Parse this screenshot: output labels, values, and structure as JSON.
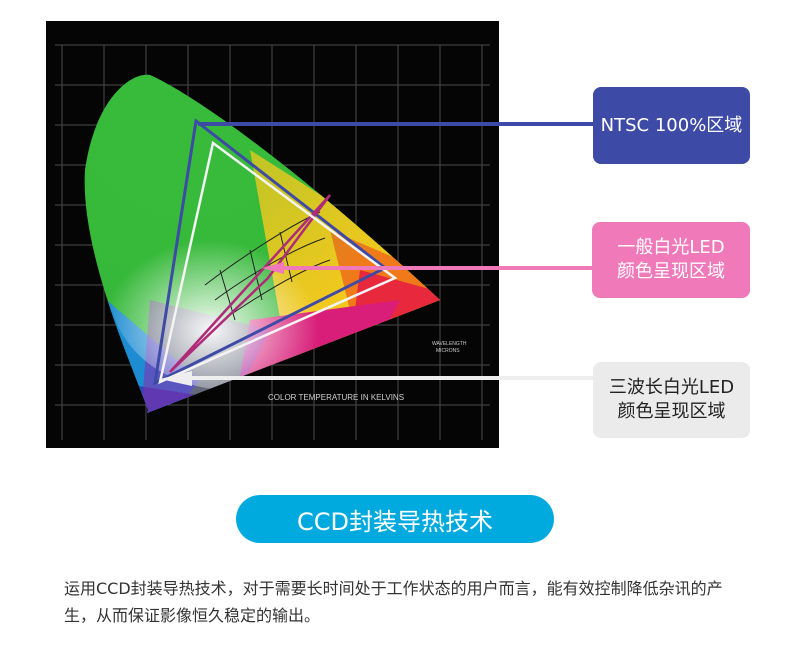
{
  "chart": {
    "axis_label": "COLOR TEMPERATURE IN KELVINS",
    "wavelength_label_1": "WAVELENGTH",
    "wavelength_label_2": "MICRONS"
  },
  "callouts": {
    "ntsc": "NTSC 100%区域",
    "led_line1": "一般白光LED",
    "led_line2": "颜色呈现区域",
    "tri_line1": "三波长白光LED",
    "tri_line2": "颜色呈现区域"
  },
  "feature": {
    "title": "CCD封装导热技术",
    "description": "运用CCD封装导热技术，对于需要长时间处于工作状态的用户而言，能有效控制降低杂讯的产生，从而保证影像恒久稳定的输出。"
  },
  "colors": {
    "ntsc_blue": "#3d4ba6",
    "led_pink": "#f07ab9",
    "tri_gray": "#ebebeb",
    "accent_cyan": "#00aadf"
  }
}
